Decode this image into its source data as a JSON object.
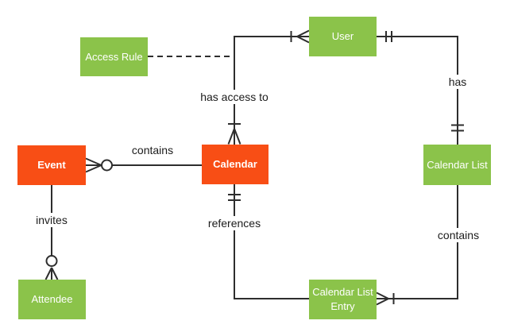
{
  "diagram": {
    "type": "entity-relationship",
    "colors": {
      "entity_green": "#8bc34a",
      "entity_orange": "#f84e15",
      "line": "#2d2d2d",
      "background": "#ffffff",
      "relationship_text": "#1b1b1b",
      "entity_text": "#ffffff"
    },
    "entities": {
      "access_rule": {
        "label": "Access Rule",
        "color": "#8bc34a"
      },
      "user": {
        "label": "User",
        "color": "#8bc34a"
      },
      "event": {
        "label": "Event",
        "color": "#f84e15"
      },
      "calendar": {
        "label": "Calendar",
        "color": "#f84e15"
      },
      "calendar_list": {
        "label": "Calendar List",
        "color": "#8bc34a"
      },
      "attendee": {
        "label": "Attendee",
        "color": "#8bc34a"
      },
      "calendar_list_entry": {
        "label": "Calendar List Entry",
        "color": "#8bc34a"
      }
    },
    "relationships": {
      "has_access_to": {
        "label": "has access to",
        "from": "User",
        "to": "Calendar",
        "from_cardinality": "one-or-many",
        "to_cardinality": "one-or-many",
        "line": "solid"
      },
      "access_rule_link": {
        "label": "",
        "from": "Access Rule",
        "to": "has access to",
        "line": "dashed"
      },
      "contains_events": {
        "label": "contains",
        "from": "Calendar",
        "to": "Event",
        "to_cardinality": "zero-or-many",
        "line": "solid"
      },
      "has": {
        "label": "has",
        "from": "User",
        "to": "Calendar List",
        "from_cardinality": "one-and-only-one",
        "to_cardinality": "one-and-only-one",
        "line": "solid"
      },
      "references": {
        "label": "references",
        "from": "Calendar",
        "to": "Calendar List Entry",
        "from_cardinality": "one-and-only-one",
        "line": "solid"
      },
      "contains_entries": {
        "label": "contains",
        "from": "Calendar List",
        "to": "Calendar List Entry",
        "to_cardinality": "one-or-many",
        "line": "solid"
      },
      "invites": {
        "label": "invites",
        "from": "Event",
        "to": "Attendee",
        "to_cardinality": "zero-or-many",
        "line": "solid"
      }
    }
  }
}
